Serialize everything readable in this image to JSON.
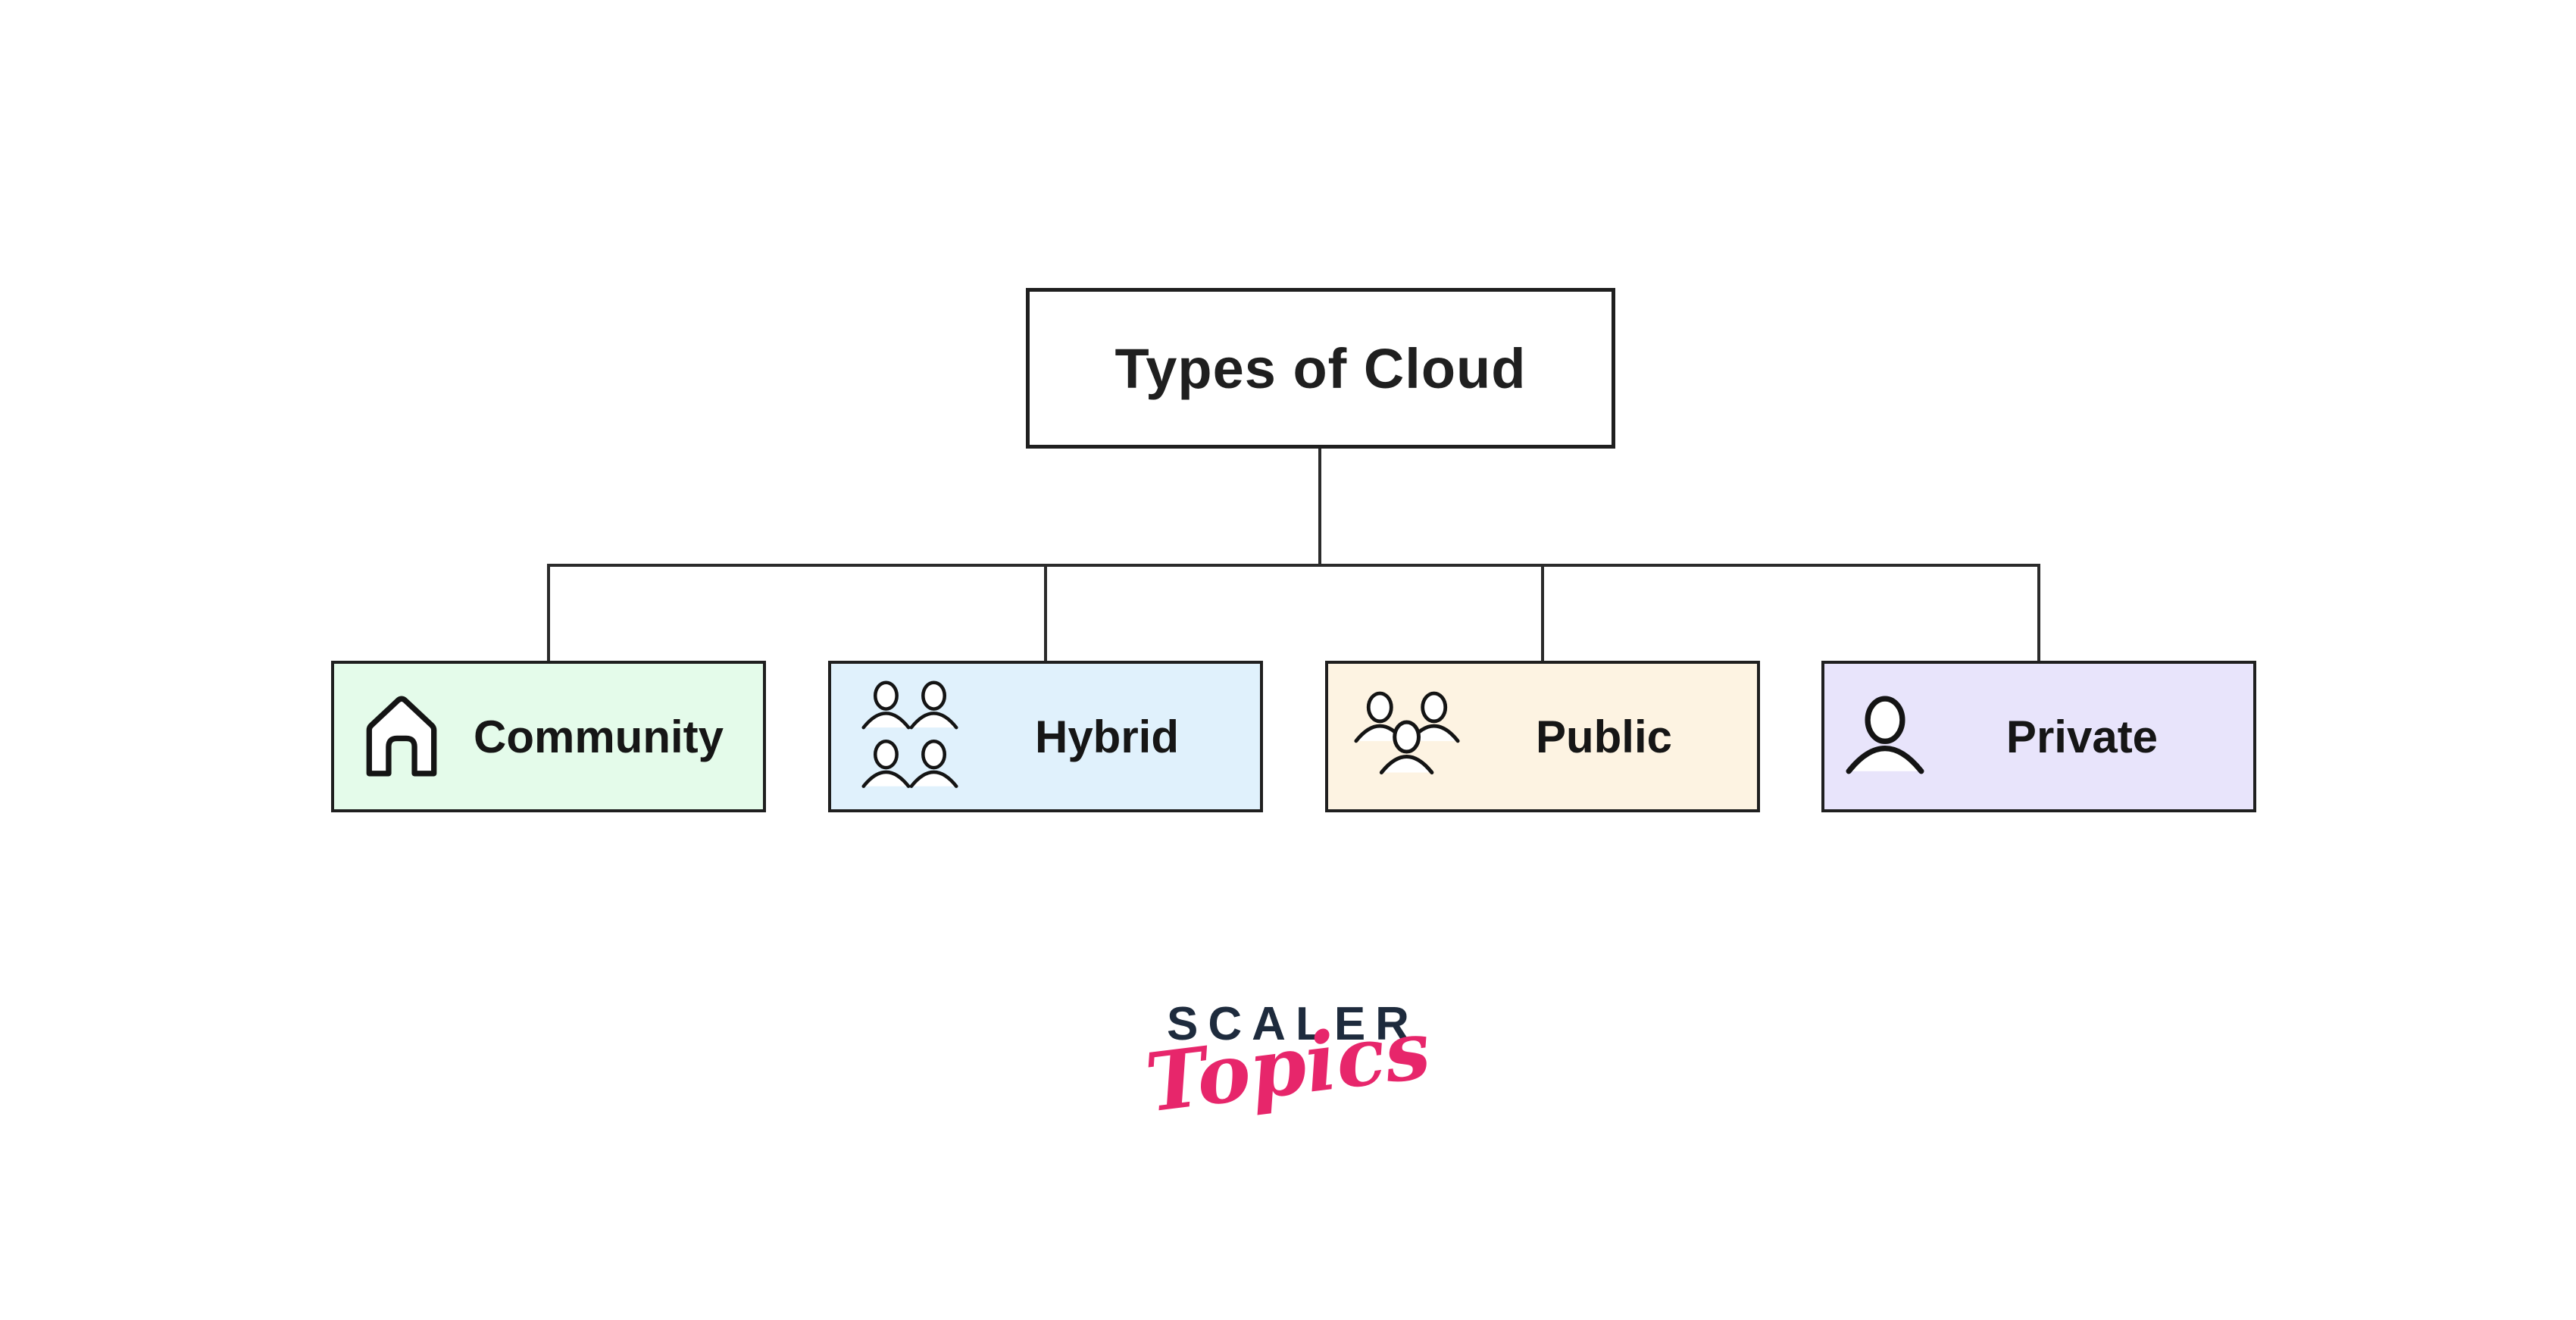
{
  "page": {
    "background": "#ffffff"
  },
  "diagram": {
    "title": {
      "label": "Types of Cloud",
      "bg": "#ffffff",
      "border_color": "#1f1f1f",
      "text_color": "#1f1f1f"
    },
    "connector_color": "#2b2b2b",
    "children": [
      {
        "label": "Community",
        "icon": "house-icon",
        "bg": "#e4fbea",
        "border_color": "#1f1f1f"
      },
      {
        "label": "Hybrid",
        "icon": "people-group-four-icon",
        "bg": "#e0f1fc",
        "border_color": "#1f1f1f"
      },
      {
        "label": "Public",
        "icon": "people-group-three-icon",
        "bg": "#fdf3e2",
        "border_color": "#1f1f1f"
      },
      {
        "label": "Private",
        "icon": "person-icon",
        "bg": "#e8e4fb",
        "border_color": "#1f1f1f"
      }
    ]
  },
  "logo": {
    "primary": "SCALER",
    "secondary": "Topics",
    "primary_color": "#1e2b3d",
    "secondary_color": "#e7266b"
  }
}
